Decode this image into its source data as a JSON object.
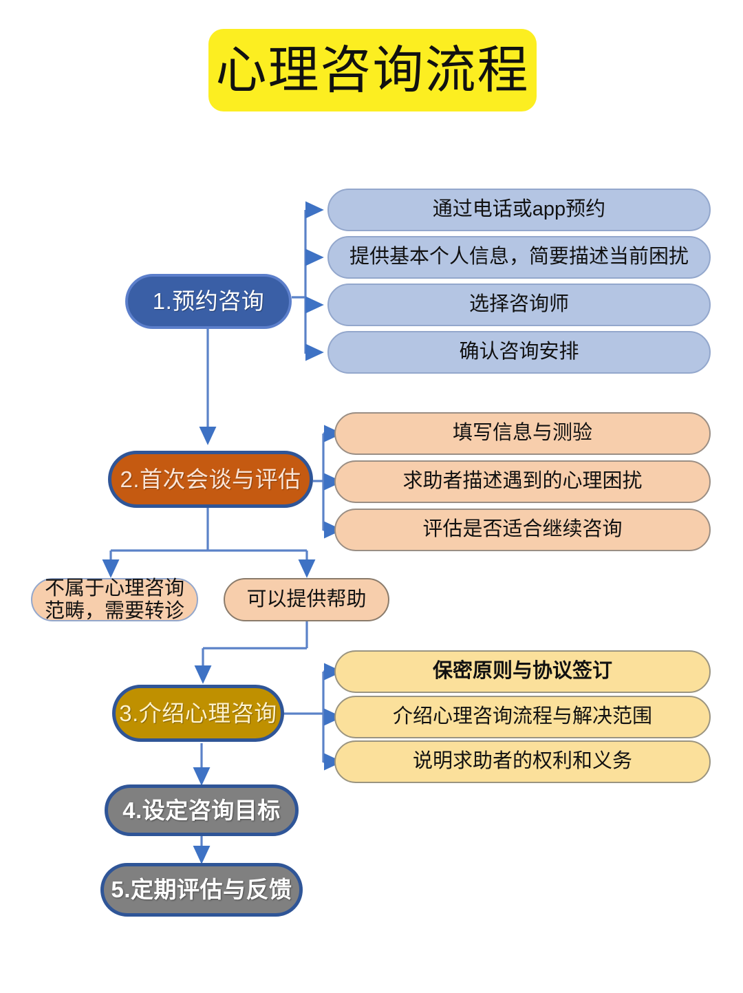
{
  "title": {
    "text": "心理咨询流程",
    "background_color": "#FCEE21",
    "text_color": "#111111"
  },
  "diagram": {
    "type": "flowchart",
    "orientation": "vertical",
    "connector_color": "#5B82C8"
  },
  "stages": [
    {
      "id": "stage-1",
      "label": "1.预约咨询",
      "fill": "#3A5FA6",
      "border": "#5C7FCB",
      "text_color": "#FFFFFF",
      "details": [
        {
          "label": "通过电话或app预约",
          "fill": "#B4C5E3"
        },
        {
          "label": "提供基本个人信息，简要描述当前困扰",
          "fill": "#B4C5E3"
        },
        {
          "label": "选择咨询师",
          "fill": "#B4C5E3"
        },
        {
          "label": "确认咨询安排",
          "fill": "#B4C5E3"
        }
      ]
    },
    {
      "id": "stage-2",
      "label": "2.首次会谈与评估",
      "fill": "#C55A11",
      "border": "#2F5597",
      "text_color": "#FBE4D5",
      "details": [
        {
          "label": "填写信息与测验",
          "fill": "#F7CEAC"
        },
        {
          "label": "求助者描述遇到的心理困扰",
          "fill": "#F7CEAC"
        },
        {
          "label": "评估是否适合继续咨询",
          "fill": "#F7CEAC"
        }
      ]
    },
    {
      "id": "stage-3",
      "label": "3.介绍心理咨询",
      "fill": "#BF9000",
      "border": "#2F5597",
      "text_color": "#FFF2CC",
      "details": [
        {
          "label": "保密原则与协议签订",
          "fill": "#FBE09B",
          "bold": true
        },
        {
          "label": "介绍心理咨询流程与解决范围",
          "fill": "#FBE09B",
          "bold": false
        },
        {
          "label": "说明求助者的权利和义务",
          "fill": "#FBE09B",
          "bold": false
        }
      ]
    },
    {
      "id": "stage-4",
      "label": "4.设定咨询目标",
      "fill": "#808080",
      "border": "#2F5597",
      "text_color": "#FFFFFF",
      "details": []
    },
    {
      "id": "stage-5",
      "label": "5.定期评估与反馈",
      "fill": "#808080",
      "border": "#2F5597",
      "text_color": "#FFFFFF",
      "details": []
    }
  ],
  "branches": {
    "left": {
      "line1": "不属于心理咨询",
      "line2": "范畴，需要转诊",
      "fill": "#F7CEAC"
    },
    "right": {
      "label": "可以提供帮助",
      "fill": "#F7CEAC"
    }
  }
}
